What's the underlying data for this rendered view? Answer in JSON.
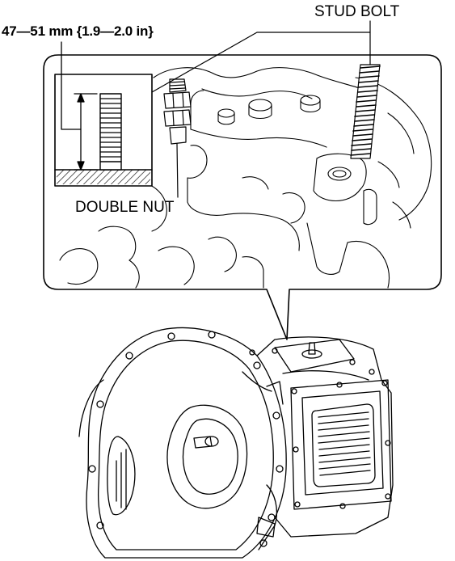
{
  "labels": {
    "torque_spec": "47—51 mm {1.9—2.0 in}",
    "stud_bolt": "STUD BOLT",
    "double_nut": "DOUBLE NUT"
  },
  "colors": {
    "line": "#000000",
    "background": "#ffffff"
  }
}
